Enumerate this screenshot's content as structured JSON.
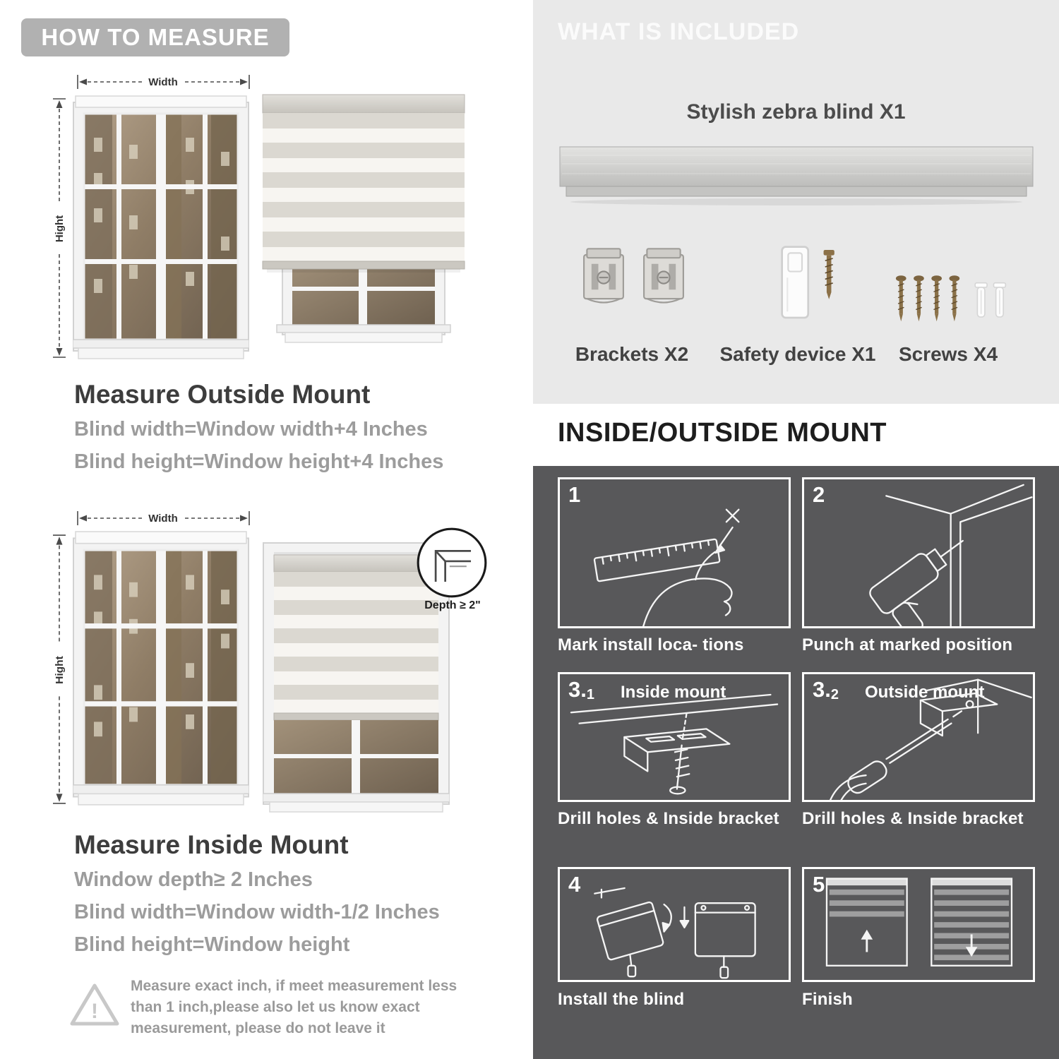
{
  "colors": {
    "pill_bg": "#b1b1b1",
    "included_bg": "#e9e9e9",
    "dark_bg": "#58585a",
    "heading_text": "#3d3d3d",
    "muted_text": "#9c9c9c",
    "white": "#ffffff"
  },
  "left": {
    "header": "HOW TO MEASURE",
    "outside": {
      "width_label": "Width",
      "height_label": "Hight",
      "title": "Measure Outside Mount",
      "lines": [
        "Blind width=Window width+4 Inches",
        "Blind height=Window height+4 Inches"
      ]
    },
    "inside": {
      "width_label": "Width",
      "height_label": "Hight",
      "depth_label": "Depth ≥ 2\"",
      "title": "Measure Inside Mount",
      "lines": [
        "Window depth≥ 2 Inches",
        "Blind width=Window width-1/2 Inches",
        "Blind height=Window height"
      ]
    },
    "note": {
      "mark": "!",
      "text": "Measure exact inch, if meet measurement less than 1 inch,please also let us know exact measurement, please do not leave it"
    }
  },
  "included": {
    "header": "WHAT IS INCLUDED",
    "blind_label": "Stylish zebra blind X1",
    "items": [
      {
        "label": "Brackets X2"
      },
      {
        "label": "Safety device X1"
      },
      {
        "label": "Screws X4"
      }
    ]
  },
  "mount": {
    "header": "INSIDE/OUTSIDE MOUNT",
    "steps": [
      {
        "num": "1",
        "sub": "",
        "title": "",
        "caption": "Mark install loca- tions"
      },
      {
        "num": "2",
        "sub": "",
        "title": "",
        "caption": "Punch at  marked position"
      },
      {
        "num": "3.",
        "sub": "1",
        "title": "Inside mount",
        "caption": "Drill holes &  Inside bracket"
      },
      {
        "num": "3.",
        "sub": "2",
        "title": "Outside mount",
        "caption": "Drill holes &  Inside bracket"
      },
      {
        "num": "4",
        "sub": "",
        "title": "",
        "caption": "Install the blind"
      },
      {
        "num": "5",
        "sub": "",
        "title": "",
        "caption": "Finish"
      }
    ]
  }
}
